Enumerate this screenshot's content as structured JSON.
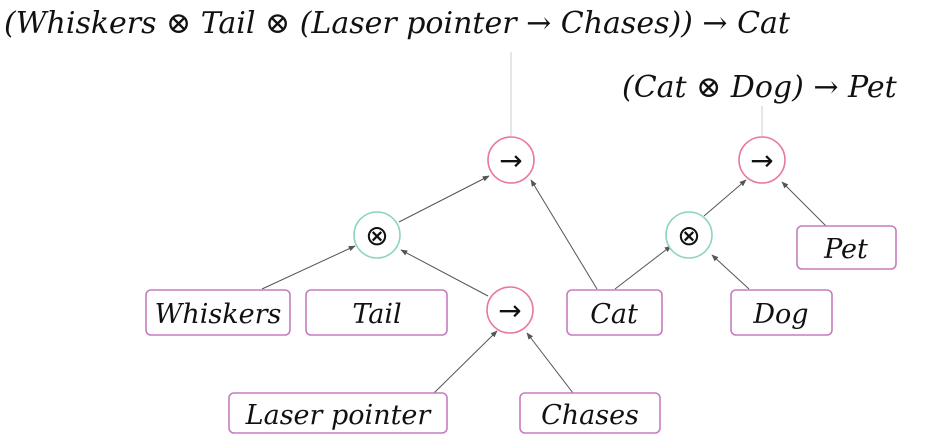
{
  "formulas": {
    "top": "(Whiskers ⊗ Tail ⊗ (Laser pointer → Chases)) → Cat",
    "right": "(Cat ⊗ Dog) → Pet"
  },
  "operators": {
    "implies_1": "→",
    "implies_2": "→",
    "implies_3": "→",
    "tensor_1": "⊗",
    "tensor_2": "⊗"
  },
  "nodes": {
    "whiskers": "Whiskers",
    "tail": "Tail",
    "laser_pointer": "Laser pointer",
    "chases": "Chases",
    "cat": "Cat",
    "dog": "Dog",
    "pet": "Pet"
  },
  "colors": {
    "box_border": "#c77bc0",
    "implies_border": "#e87aa0",
    "tensor_border": "#8fd6b8",
    "edge": "#555555"
  }
}
